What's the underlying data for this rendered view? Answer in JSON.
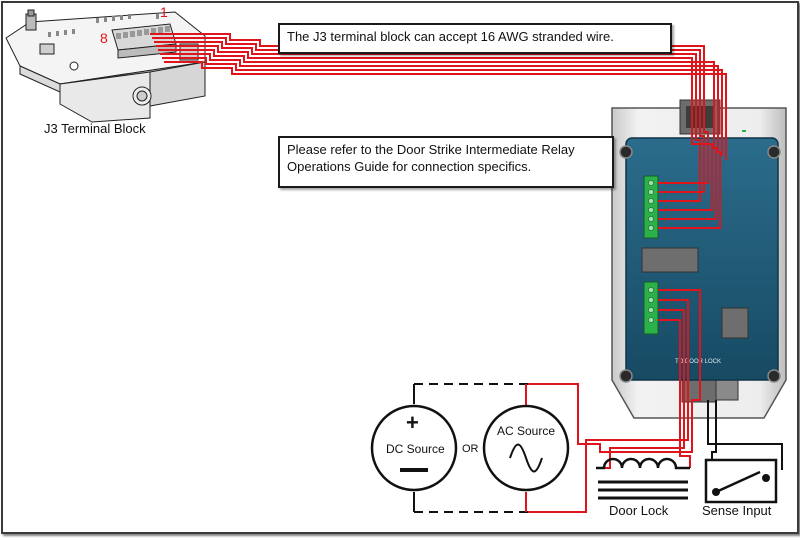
{
  "notes": {
    "wire_note": "The J3 terminal block can accept 16 AWG stranded wire.",
    "guide_note_line1": "Please refer to the Door Strike Intermediate Relay",
    "guide_note_line2": "Operations Guide for connection specifics."
  },
  "labels": {
    "terminal_block": "J3 Terminal Block",
    "pin_first": "1",
    "pin_last": "8",
    "dc_source": "DC Source",
    "ac_source": "AC Source",
    "or": "OR",
    "door_lock": "Door Lock",
    "sense_input": "Sense Input",
    "plus": "+",
    "relay_door_lock": "TO DOOR LOCK"
  },
  "colors": {
    "wire": "#e0151b",
    "board": "#1f5f7e",
    "terminal": "#2bb04a",
    "enclosure": "#e6e6e6",
    "outline": "#111111"
  }
}
